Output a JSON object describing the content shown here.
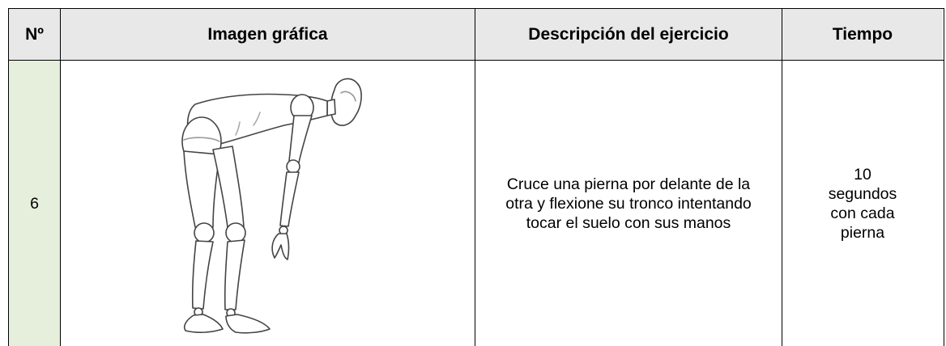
{
  "table": {
    "headers": {
      "number": "Nº",
      "image": "Imagen gráfica",
      "description": "Descripción del ejercicio",
      "time": "Tiempo"
    },
    "rows": [
      {
        "number": "6",
        "description": "Cruce una pierna por delante de la otra y flexione su tronco intentando tocar el suelo con sus manos",
        "time": "10 segundos con cada pierna",
        "figure_icon": "bent-over-mannequin-stretch-figure"
      }
    ]
  },
  "colors": {
    "header_bg": "#e8e8e8",
    "number_cell_bg": "#e5efdb",
    "border": "#000000"
  }
}
